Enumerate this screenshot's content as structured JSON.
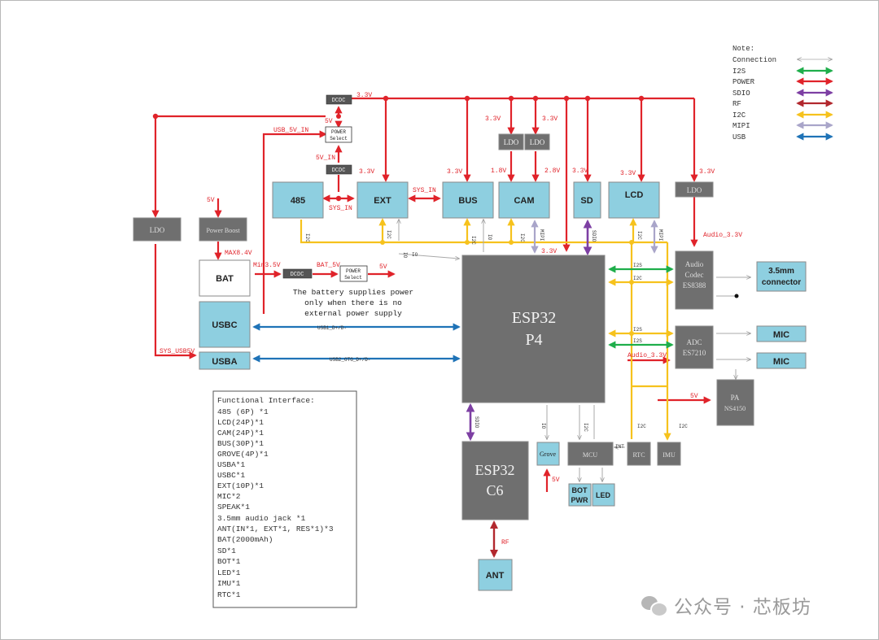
{
  "blocks": {
    "b485": "485",
    "ext": "EXT",
    "bus": "BUS",
    "cam": "CAM",
    "sd": "SD",
    "lcd": "LCD",
    "ldo_left": "LDO",
    "power_boost": "Power Boost",
    "bat": "BAT",
    "usbc": "USBC",
    "usba": "USBA",
    "esp32p4_line1": "ESP32",
    "esp32p4_line2": "P4",
    "esp32c6_line1": "ESP32",
    "esp32c6_line2": "C6",
    "ant": "ANT",
    "grove": "Grove",
    "mcu": "MCU",
    "bot_pwr_line1": "BOT",
    "bot_pwr_line2": "PWR",
    "led": "LED",
    "rtc": "RTC",
    "imu": "IMU",
    "dcdc": "DCDC",
    "ldo": "LDO",
    "ldo_audio": "LDO",
    "audio_codec_line1": "Audio",
    "audio_codec_line2": "Codec",
    "audio_codec_line3": "ES8388",
    "connector_line1": "3.5mm",
    "connector_line2": "connector",
    "adc_line1": "ADC",
    "adc_line2": "ES7210",
    "mic": "MIC",
    "pa_line1": "PA",
    "pa_line2": "NS4150",
    "power_select_line1": "POWER",
    "power_select_line2": "Select"
  },
  "labels": {
    "v3_3": "3.3V",
    "v5": "5V",
    "v1_8": "1.8V",
    "v2_8": "2.8V",
    "usb_5v_in": "USB_5V_IN",
    "v5_in": "5V_IN",
    "sys_in": "SYS_IN",
    "max8_4v": "MAX8.4V",
    "min3_5v": "Min3.5V",
    "bat_5v": "BAT_5V",
    "sys_usb5v": "SYS_USB5V",
    "audio_3_3v": "Audio_3.3V",
    "usb1": "USB1_D+/D-",
    "usb2": "USB2_OTG_D+/D-",
    "i2c": "I2C",
    "io": "IO",
    "i2s": "I2S",
    "sdio": "SDIO",
    "mipi": "MIPI",
    "int": "INT",
    "rf": "RF",
    "battery_note_1": "The battery supplies power",
    "battery_note_2": "only when there is no",
    "battery_note_3": "external power supply"
  },
  "legend": {
    "title": "Note:",
    "items": [
      {
        "label": "Connection",
        "color": "#c8c8c8"
      },
      {
        "label": "I2S",
        "color": "#1fae4b"
      },
      {
        "label": "POWER",
        "color": "#e0232a"
      },
      {
        "label": "SDIO",
        "color": "#7d3fa3"
      },
      {
        "label": "RF",
        "color": "#b2282e"
      },
      {
        "label": "I2C",
        "color": "#f6c21d"
      },
      {
        "label": "MIPI",
        "color": "#a9a5c9"
      },
      {
        "label": "USB",
        "color": "#1f73b7"
      }
    ]
  },
  "functional": {
    "title": "Functional Interface:",
    "items": [
      "485 (6P) *1",
      "LCD(24P)*1",
      "CAM(24P)*1",
      "BUS(30P)*1",
      "GROVE(4P)*1",
      "USBA*1",
      "USBC*1",
      "EXT(10P)*1",
      "MIC*2",
      "SPEAK*1",
      "3.5mm audio jack *1",
      "ANT(IN*1, EXT*1, RES*1)*3",
      "BAT(2000mAh)",
      "SD*1",
      "BOT*1",
      "LED*1",
      "IMU*1",
      "RTC*1"
    ]
  },
  "watermark": {
    "text": "公众号 · 芯板坊"
  },
  "colors": {
    "power": "#e0232a",
    "i2c": "#f6c21d",
    "i2s": "#1fae4b",
    "sdio": "#7d3fa3",
    "rf": "#b2282e",
    "mipi": "#a9a5c9",
    "usb": "#1f73b7",
    "connection": "#c8c8c8",
    "block_blue": "#8ecfe0",
    "block_gray": "#6f6f6f",
    "block_dark": "#555555"
  }
}
